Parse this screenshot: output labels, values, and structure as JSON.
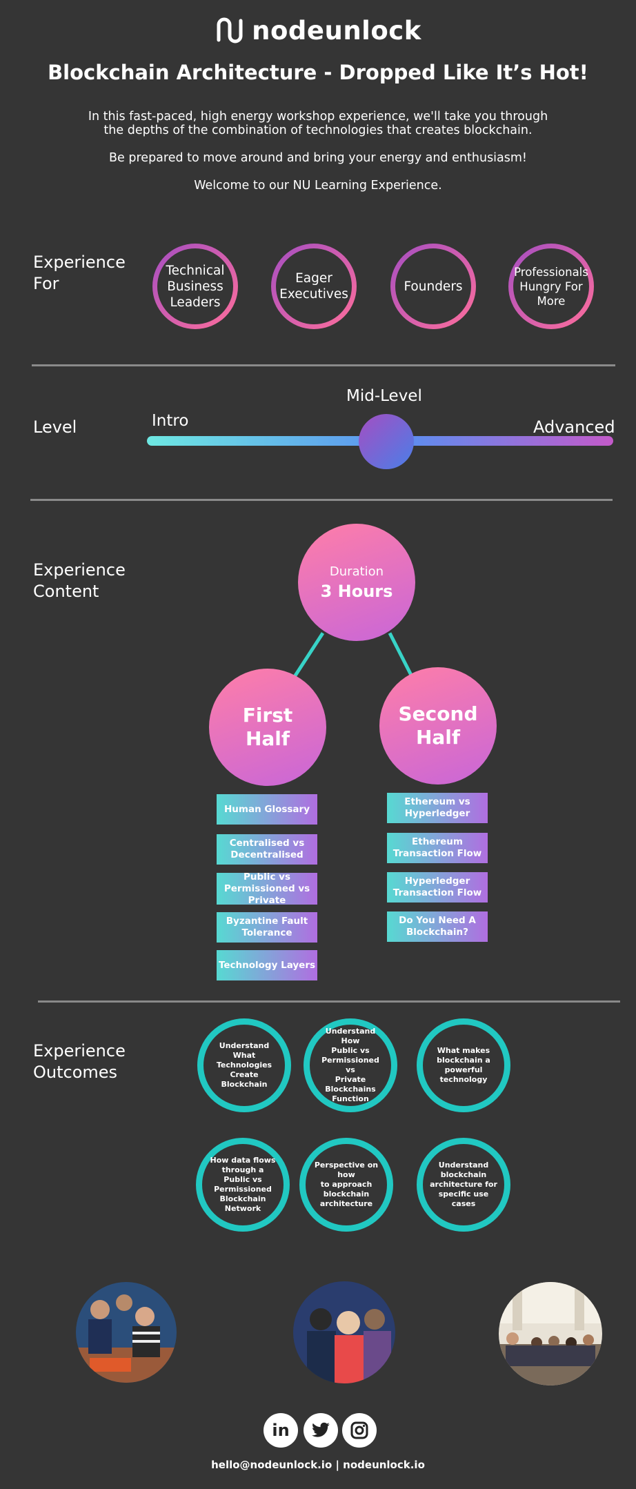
{
  "brand": {
    "name": "nodeunlock"
  },
  "header": {
    "title": "Blockchain Architecture - Dropped Like It’s Hot!",
    "intro_line1": "In this fast-paced, high energy workshop experience, we'll take you through",
    "intro_line2": "the depths of the combination of technologies that creates blockchain.",
    "intro_line3": "Be prepared to move around and bring your energy and enthusiasm!",
    "intro_line4": "Welcome to our NU Learning Experience."
  },
  "experience_for": {
    "label_line1": "Experience",
    "label_line2": "For",
    "audiences": [
      {
        "l1": "Technical",
        "l2": "Business",
        "l3": "Leaders"
      },
      {
        "l1": "Eager",
        "l2": "Executives",
        "l3": ""
      },
      {
        "l1": "Founders",
        "l2": "",
        "l3": ""
      },
      {
        "l1": "Professionals",
        "l2": "Hungry For",
        "l3": "More"
      }
    ]
  },
  "level": {
    "label": "Level",
    "min_label": "Intro",
    "mid_label": "Mid-Level",
    "max_label": "Advanced",
    "value": 0.5
  },
  "content": {
    "label_line1": "Experience",
    "label_line2": "Content",
    "duration_label": "Duration",
    "duration_value": "3 Hours",
    "first_half": {
      "l1": "First",
      "l2": "Half"
    },
    "second_half": {
      "l1": "Second",
      "l2": "Half"
    },
    "first_topics": [
      {
        "l1": "Human Glossary",
        "l2": "",
        "l3": ""
      },
      {
        "l1": "Centralised vs",
        "l2": "Decentralised",
        "l3": ""
      },
      {
        "l1": "Public vs",
        "l2": "Permissioned vs",
        "l3": "Private"
      },
      {
        "l1": "Byzantine Fault",
        "l2": "Tolerance",
        "l3": ""
      },
      {
        "l1": "Technology Layers",
        "l2": "",
        "l3": ""
      }
    ],
    "second_topics": [
      {
        "l1": "Ethereum vs",
        "l2": "Hyperledger",
        "l3": ""
      },
      {
        "l1": "Ethereum",
        "l2": "Transaction Flow",
        "l3": ""
      },
      {
        "l1": "Hyperledger",
        "l2": "Transaction Flow",
        "l3": ""
      },
      {
        "l1": "Do You Need A",
        "l2": "Blockchain?",
        "l3": ""
      }
    ]
  },
  "outcomes": {
    "label_line1": "Experience",
    "label_line2": "Outcomes",
    "items": [
      {
        "lines": [
          "Understand What",
          "Technologies Create",
          "Blockchain"
        ]
      },
      {
        "lines": [
          "Understand How",
          "Public vs",
          "Permissioned vs",
          "Private",
          "Blockchains",
          "Function"
        ]
      },
      {
        "lines": [
          "What makes",
          "blockchain a",
          "powerful technology"
        ]
      },
      {
        "lines": [
          "How data flows",
          "through a Public vs",
          "Permissioned",
          "Blockchain Network"
        ]
      },
      {
        "lines": [
          "Perspective on how",
          "to approach",
          "blockchain",
          "architecture"
        ]
      },
      {
        "lines": [
          "Understand",
          "blockchain",
          "architecture for",
          "specific use cases"
        ]
      }
    ]
  },
  "social": {
    "icons": [
      "linkedin-icon",
      "twitter-icon",
      "instagram-icon"
    ],
    "linkedin_text": "in"
  },
  "footer": {
    "contact": "hello@nodeunlock.io | nodeunlock.io"
  },
  "colors": {
    "background": "#353535",
    "accent_teal": "#21c8c2",
    "accent_pink": "#ff6e9b",
    "accent_purple": "#a44ec2"
  }
}
